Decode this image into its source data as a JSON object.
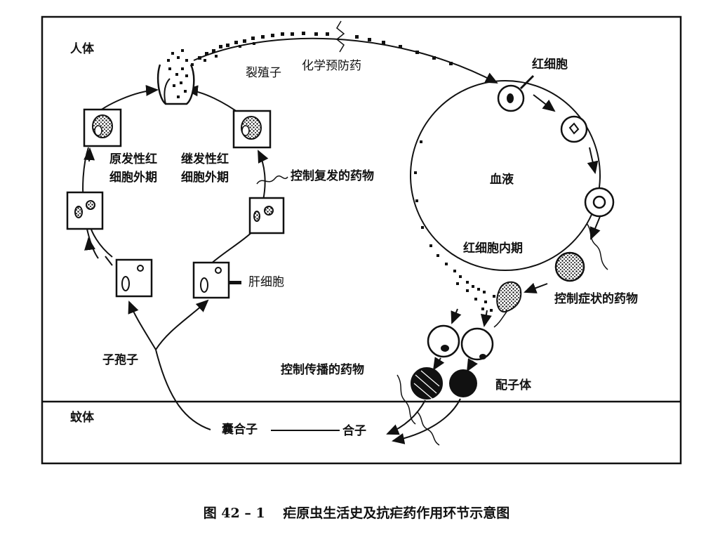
{
  "regions": {
    "human": "人体",
    "mosquito": "蚊体"
  },
  "labels": {
    "merozoite": "裂殖子",
    "chem_prophylaxis": "化学预防药",
    "rbc": "红细胞",
    "primary_exo": "原发性红\n细胞外期",
    "secondary_exo": "继发性红\n细胞外期",
    "relapse_drug": "控制复发的药物",
    "blood": "血液",
    "erythrocytic": "红细胞内期",
    "symptom_drug": "控制症状的药物",
    "liver_cell": "肝细胞",
    "sporozoite": "子孢子",
    "transmission_drug": "控制传播的药物",
    "gametocyte": "配子体",
    "oocyst": "囊合子",
    "zygote": "合子"
  },
  "caption": "图 42 – 1　 疟原虫生活史及抗疟药作用环节示意图"
}
